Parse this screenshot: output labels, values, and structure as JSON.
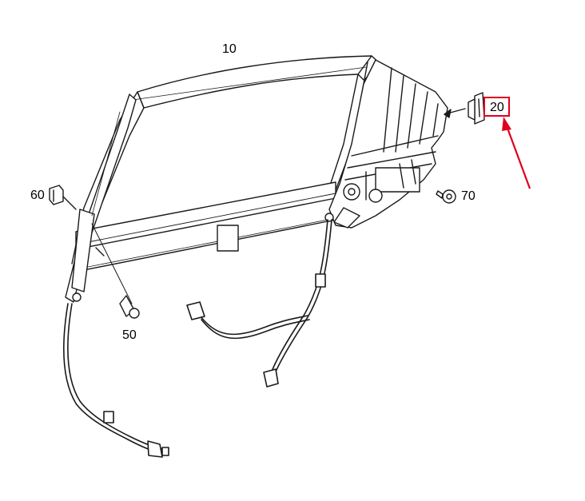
{
  "diagram": {
    "callouts": {
      "part_10": "10",
      "part_20": "20",
      "part_50": "50",
      "part_60": "60",
      "part_70": "70"
    },
    "highlight": {
      "target": "20",
      "color": "#e0001b"
    }
  }
}
